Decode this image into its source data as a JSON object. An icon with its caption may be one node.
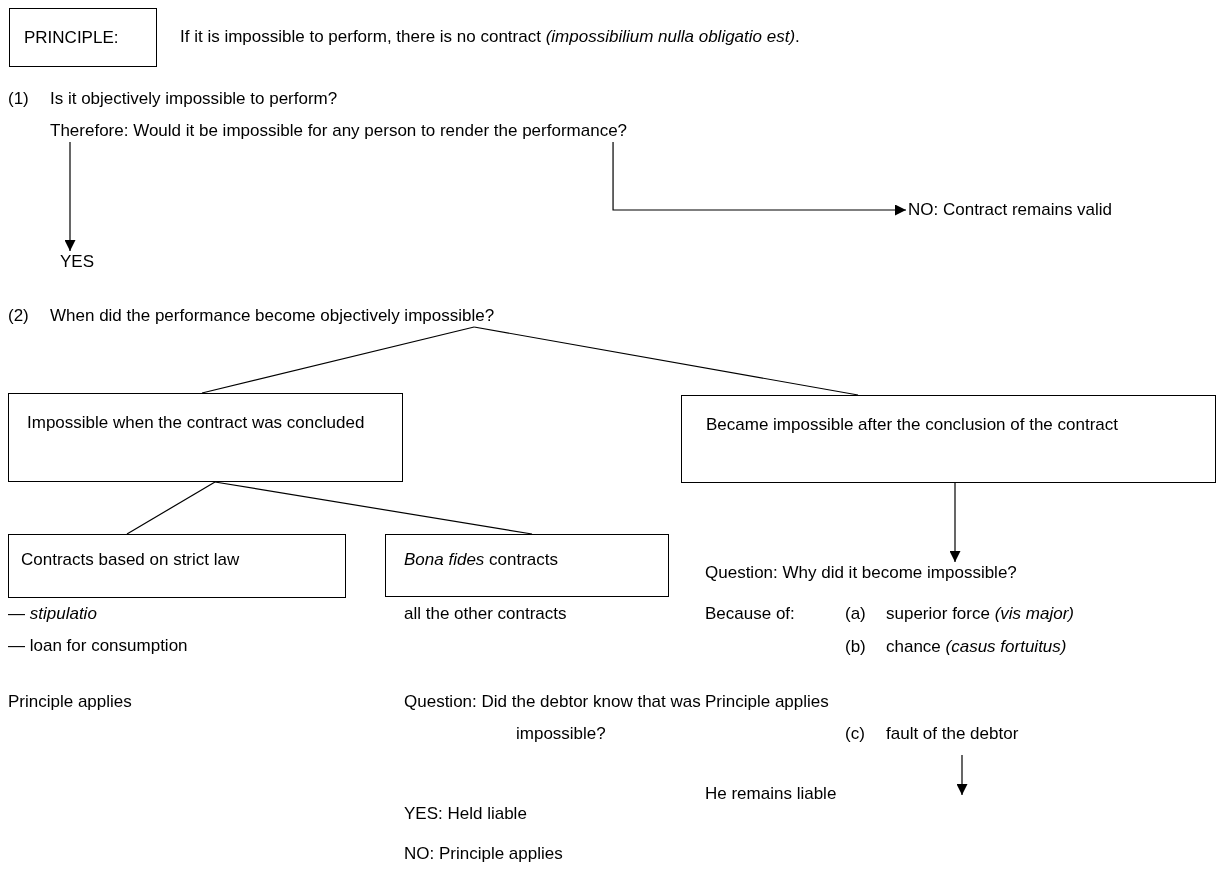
{
  "diagram": {
    "nodes": [
      {
        "text": [
          "PRINCIPLE:"
        ],
        "beside": [
          "If it is impossible to perform, there is no contract *(impossibilium nulla obligatio est)*."
        ]
      },
      {
        "text": [
          "(1)",
          "Is it objectively impossible to perform?",
          "Therefore: Would it be impossible for any person to render the performance?"
        ]
      },
      {
        "text": [
          "YES"
        ]
      },
      {
        "text": [
          "NO: Contract remains valid"
        ]
      },
      {
        "text": [
          "(2)",
          "When did the performance become objectively impossible?"
        ]
      },
      {
        "text": [
          "Impossible when the contract was concluded"
        ]
      },
      {
        "text": [
          "Became impossible after the conclusion of the contract"
        ]
      },
      {
        "text": [
          "Contracts based on strict law"
        ]
      },
      {
        "text": [
          "*Bona fides* contracts"
        ]
      },
      {
        "text": [
          "Question: Why did it become impossible?"
        ]
      },
      {
        "text": [
          "(c)",
          "fault of the debtor"
        ]
      }
    ],
    "edges": [
      {
        "from": 1,
        "to": 2,
        "arrow": "to"
      },
      {
        "from": 1,
        "to": 3,
        "arrow": "to"
      },
      {
        "from": 4,
        "to": 5,
        "arrow": "none"
      },
      {
        "from": 4,
        "to": 6,
        "arrow": "none"
      },
      {
        "from": 5,
        "to": 7,
        "arrow": "none"
      },
      {
        "from": 5,
        "to": 8,
        "arrow": "none"
      },
      {
        "from": 6,
        "to": 9,
        "arrow": "to"
      },
      {
        "from": 10,
        "to": null,
        "arrow": "to"
      }
    ],
    "labels": [
      "— *stipulatio*",
      "— loan for consumption",
      "Principle applies",
      "all the other contracts",
      "Question: Did the debtor know that was impossible?",
      "YES: Held liable",
      "NO: Principle applies",
      "Because of:",
      "(a)",
      "superior force *(vis major)*",
      "(b)",
      "chance *(casus fortuitus)*",
      "Principle applies",
      "He remains liable"
    ]
  }
}
